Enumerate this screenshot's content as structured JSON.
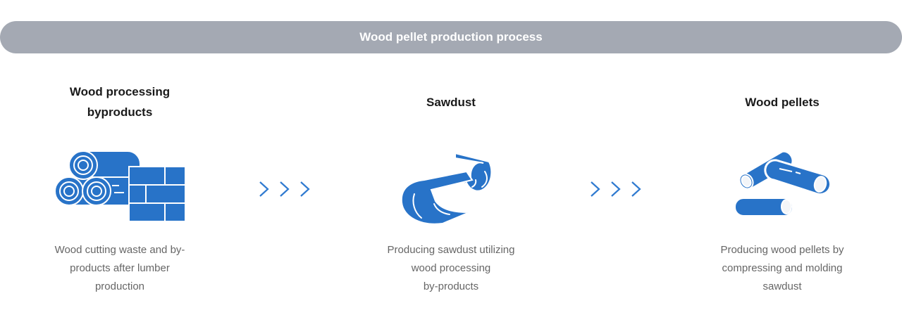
{
  "banner": {
    "title": "Wood pellet production process"
  },
  "steps": [
    {
      "title_lines": [
        "Wood processing",
        "byproducts"
      ],
      "desc_lines": [
        "Wood cutting waste and by-",
        "products after lumber",
        "production"
      ],
      "icon": "logs-and-bricks-icon"
    },
    {
      "title_lines": [
        "Sawdust"
      ],
      "desc_lines": [
        "Producing sawdust utilizing",
        "wood processing",
        "by-products"
      ],
      "icon": "sawdust-rolls-icon"
    },
    {
      "title_lines": [
        "Wood pellets"
      ],
      "desc_lines": [
        "Producing wood pellets by",
        "compressing and molding",
        "sawdust"
      ],
      "icon": "pellets-icon"
    }
  ],
  "colors": {
    "accent": "#2873c8",
    "banner": "#a4a9b3"
  }
}
